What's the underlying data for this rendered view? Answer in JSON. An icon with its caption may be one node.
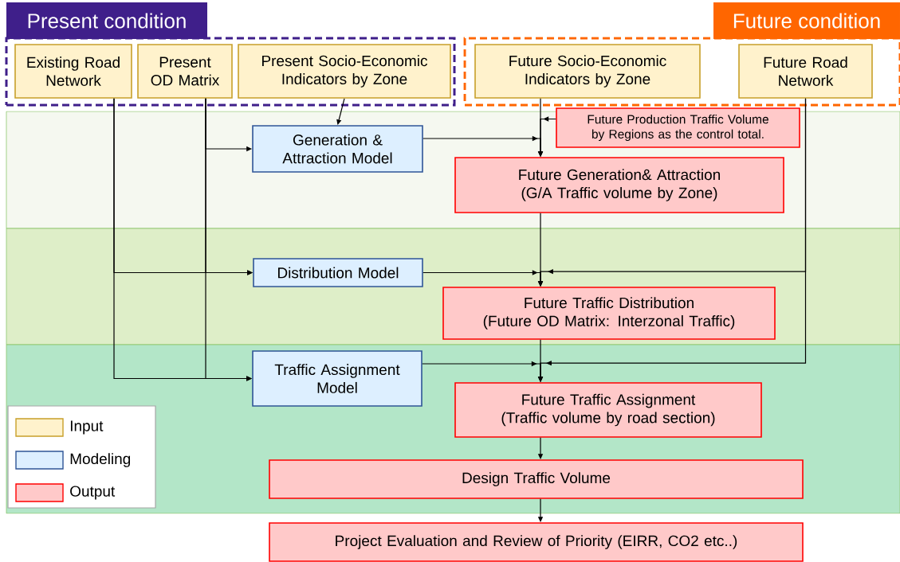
{
  "diagram": {
    "nodes": [
      {
        "text": [
          "Present condition"
        ]
      },
      {
        "text": [
          "Future condition"
        ]
      },
      {
        "text": [
          "Existing Road Network"
        ],
        "in": 0
      },
      {
        "text": [
          "Present OD Matrix"
        ],
        "in": 0
      },
      {
        "text": [
          "Present Socio-Economic Indicators by Zone"
        ],
        "in": 0
      },
      {
        "text": [
          "Future Socio-Economic Indicators by Zone"
        ],
        "in": 1
      },
      {
        "text": [
          "Future Road Network"
        ],
        "in": 1
      },
      {
        "text": [
          "Generation & Attraction Model"
        ]
      },
      {
        "text": [
          "Future Production Traffic Volume by Regions as the control total."
        ]
      },
      {
        "text": [
          "Future Generation& Attraction",
          "(G/A Traffic volume by Zone)"
        ]
      },
      {
        "text": [
          "Distribution Model"
        ]
      },
      {
        "text": [
          "Future Traffic Distribution",
          "(Future OD Matrix: Interzonal Traffic)"
        ]
      },
      {
        "text": [
          "Traffic Assignment Model"
        ]
      },
      {
        "text": [
          "Future Traffic Assignment",
          "(Traffic volume by road section)"
        ]
      },
      {
        "text": [
          "Design Traffic Volume"
        ]
      },
      {
        "text": [
          "Project Evaluation and Review of Priority (EIRR, CO2 etc..)"
        ]
      }
    ],
    "edges": [
      {
        "from": 4,
        "to": 7,
        "arrow": "to"
      },
      {
        "from": 3,
        "to": 7,
        "arrow": "to"
      },
      {
        "from": 2,
        "to": 10,
        "arrow": "to"
      },
      {
        "from": 3,
        "to": 10,
        "arrow": "to"
      },
      {
        "from": 2,
        "to": 12,
        "arrow": "to"
      },
      {
        "from": 3,
        "to": 12,
        "arrow": "to"
      },
      {
        "from": 5,
        "to": 9,
        "arrow": "to"
      },
      {
        "from": 8,
        "to": 9,
        "arrow": "to"
      },
      {
        "from": 7,
        "to": 9,
        "arrow": "to"
      },
      {
        "from": 9,
        "to": 11,
        "arrow": "to"
      },
      {
        "from": 10,
        "to": 11,
        "arrow": "to"
      },
      {
        "from": 6,
        "to": 11,
        "arrow": "to"
      },
      {
        "from": 11,
        "to": 13,
        "arrow": "to"
      },
      {
        "from": 12,
        "to": 13,
        "arrow": "to"
      },
      {
        "from": 6,
        "to": 13,
        "arrow": "to"
      },
      {
        "from": 13,
        "to": 14,
        "arrow": "to"
      },
      {
        "from": 14,
        "to": 15,
        "arrow": "to"
      }
    ],
    "legend": [
      {
        "text": "Input",
        "color": "#fff2cc"
      },
      {
        "text": "Modeling",
        "color": "#ddefff"
      },
      {
        "text": "Output",
        "color": "#ffc9c9"
      }
    ]
  }
}
